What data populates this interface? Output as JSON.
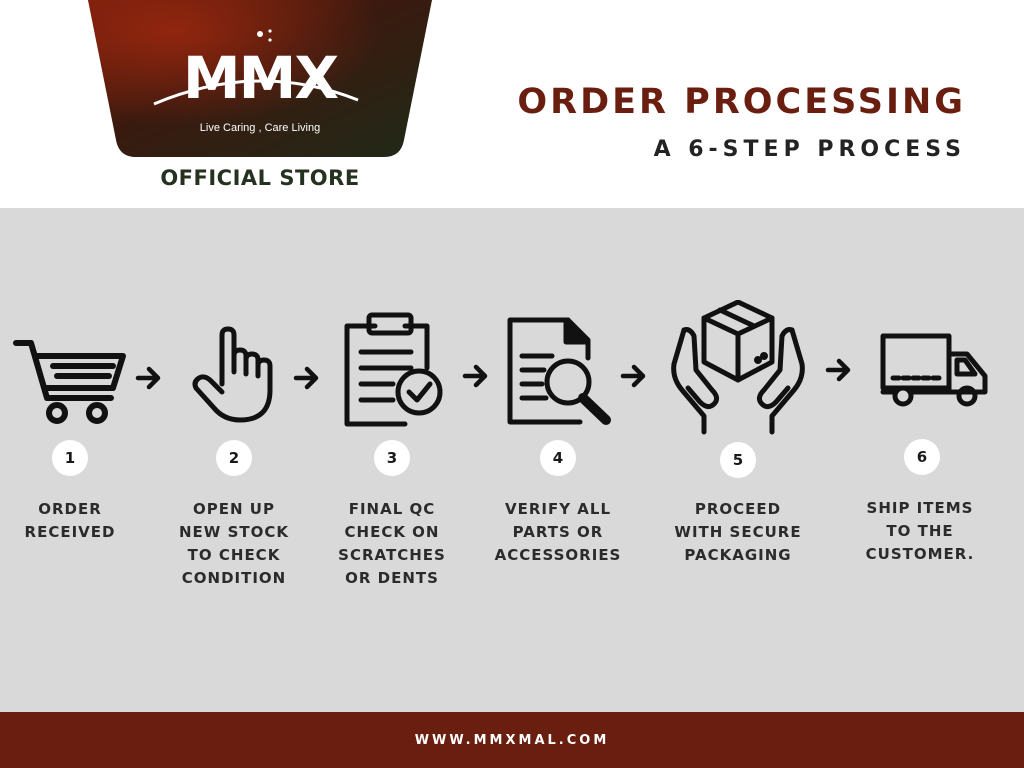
{
  "header": {
    "brand": "MMX",
    "tagline": "Live Caring , Care Living",
    "store_label": "OFFICIAL STORE",
    "title": "ORDER PROCESSING",
    "subtitle": "A 6-STEP PROCESS"
  },
  "steps": [
    {
      "number": "1",
      "icon": "shopping-cart-icon",
      "label_lines": [
        "ORDER",
        "RECEIVED"
      ]
    },
    {
      "number": "2",
      "icon": "pointing-hand-icon",
      "label_lines": [
        "OPEN UP",
        "NEW STOCK",
        "TO CHECK",
        "CONDITION"
      ]
    },
    {
      "number": "3",
      "icon": "clipboard-check-icon",
      "label_lines": [
        "FINAL QC",
        "CHECK ON",
        "SCRATCHES",
        "OR DENTS"
      ]
    },
    {
      "number": "4",
      "icon": "document-search-icon",
      "label_lines": [
        "VERIFY ALL",
        "PARTS OR",
        "ACCESSORIES"
      ]
    },
    {
      "number": "5",
      "icon": "hands-box-icon",
      "label_lines": [
        "PROCEED",
        "WITH SECURE",
        "PACKAGING"
      ]
    },
    {
      "number": "6",
      "icon": "delivery-truck-icon",
      "label_lines": [
        "SHIP ITEMS",
        "TO THE",
        "CUSTOMER."
      ]
    }
  ],
  "footer": {
    "url": "WWW.MMXMAL.COM"
  },
  "colors": {
    "brand_red": "#6a1e10",
    "panel_gray": "#d9d9d9",
    "badge_dark": "#2a2418",
    "store_green": "#24321f"
  }
}
